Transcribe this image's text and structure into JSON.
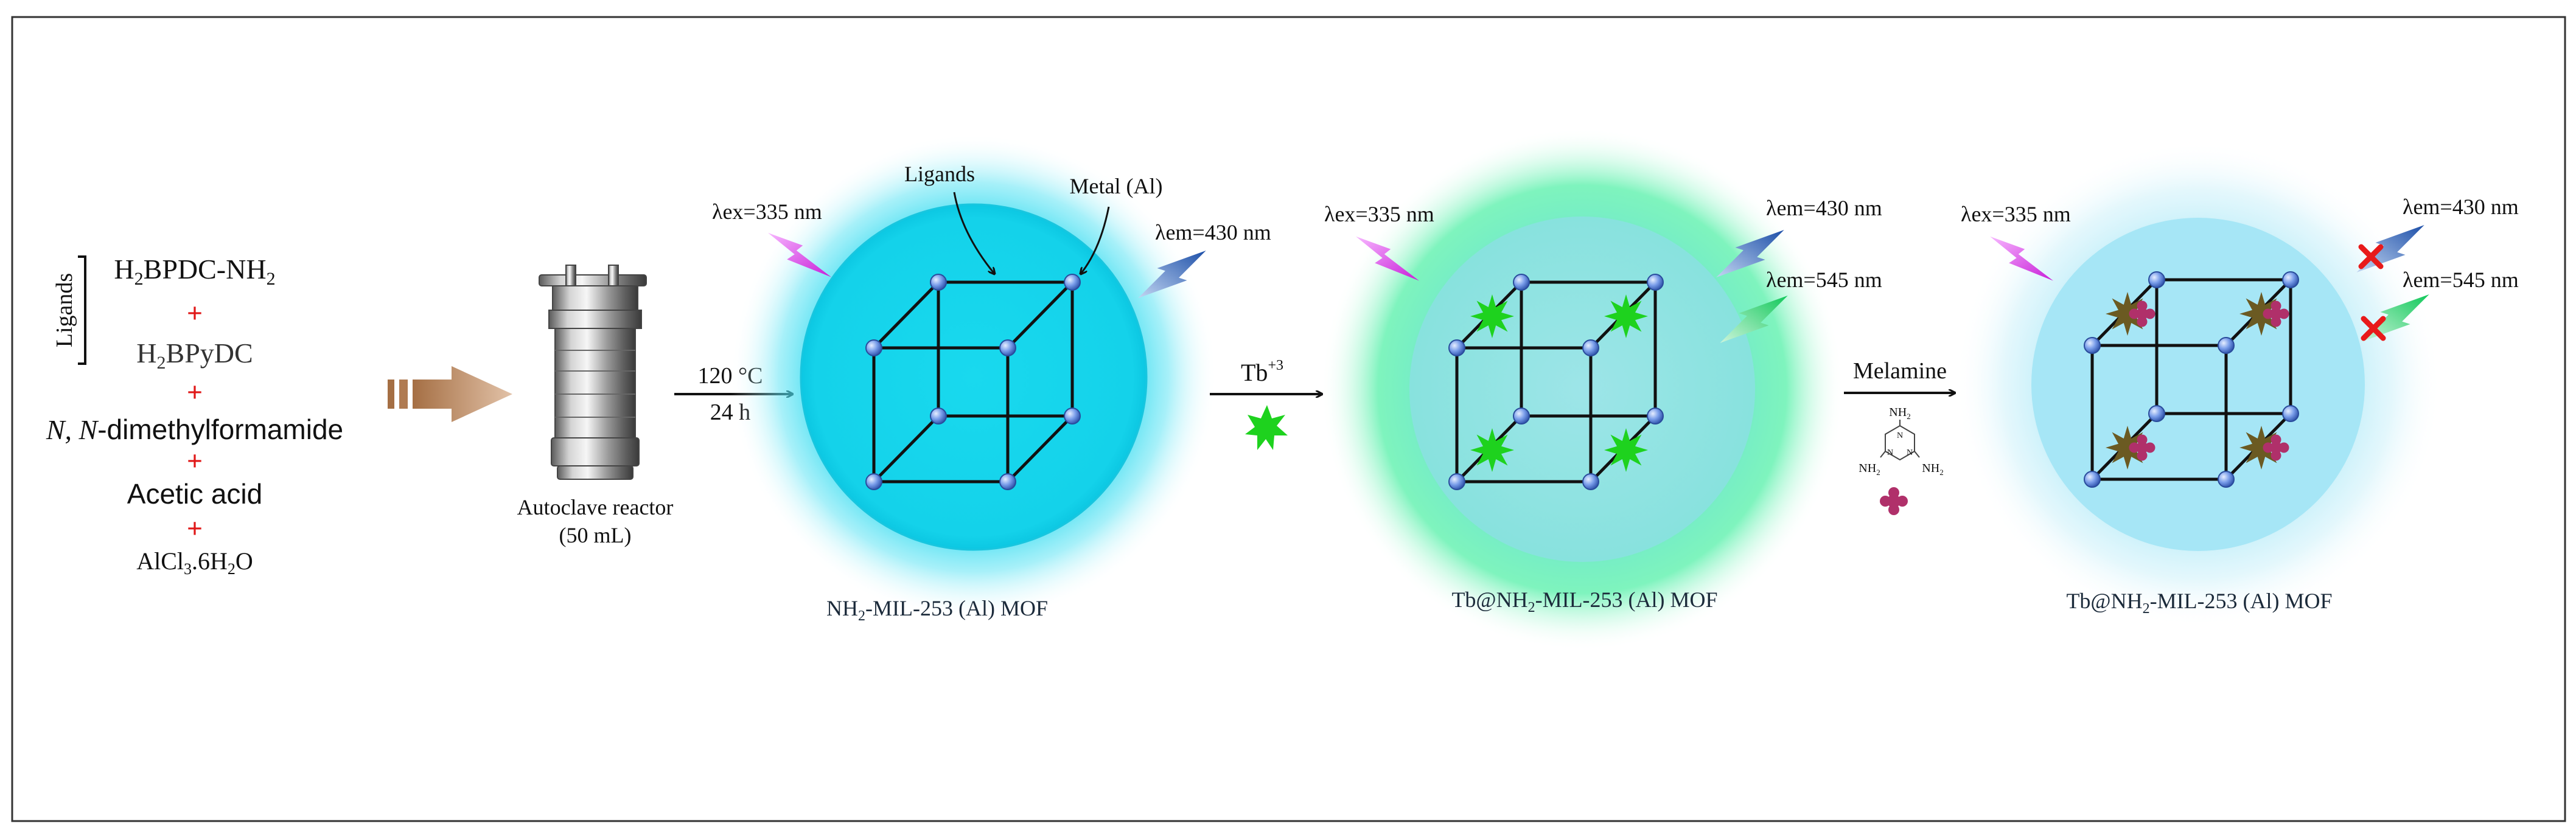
{
  "reactants": {
    "bracket_label": "Ligands",
    "items": [
      {
        "pre": "H",
        "sub": "2",
        "post": "BPDC-NH",
        "sub2": "2"
      },
      {
        "pre": "H",
        "sub": "2",
        "post": "BPyDC",
        "sub2": ""
      },
      {
        "italic": "N, N",
        "post": "-dimethylformamide"
      },
      {
        "pre": "Acetic acid",
        "sub": "",
        "post": "",
        "sub2": ""
      },
      {
        "pre": "AlCl",
        "sub": "3",
        "post": ".6H",
        "sub2": "2",
        "post2": "O"
      }
    ],
    "plus": "+"
  },
  "reactor": {
    "label_line1": "Autoclave reactor",
    "label_line2": "(50 mL)"
  },
  "step1": {
    "line1": "120 °C",
    "line2": "24 h"
  },
  "step2": {
    "base": "Tb",
    "sup": "+3"
  },
  "step3": {
    "label": "Melamine",
    "nh2": "NH",
    "nh2_sub": "2",
    "n": "N"
  },
  "panels": [
    {
      "ex_label": "λex=335 nm",
      "em_labels": [
        "λem=430 nm"
      ],
      "callouts": [
        "Ligands",
        "Metal (Al)"
      ],
      "caption_pre": "NH",
      "caption_sub": "2",
      "caption_post": "-MIL-253 (Al) MOF",
      "glow_color": "#00d4ee"
    },
    {
      "ex_label": "λex=335 nm",
      "em_labels": [
        "λem=430 nm",
        "λem=545 nm"
      ],
      "caption_pre": "Tb@NH",
      "caption_sub": "2",
      "caption_post": "-MIL-253 (Al) MOF",
      "glow_color": "#3fe6b4"
    },
    {
      "ex_label": "λex=335 nm",
      "em_labels": [
        "λem=430 nm",
        "λem=545 nm"
      ],
      "caption_pre": "Tb@NH",
      "caption_sub": "2",
      "caption_post": "-MIL-253 (Al) MOF",
      "glow_color": "#a6e6f6"
    }
  ],
  "colors": {
    "plus": "#e01818",
    "tb_star": "#1ed21e",
    "quench_star": "#6b5a22",
    "melamine_blob": "#b0306a",
    "node": "#5f86e0",
    "cross": "#e81a1a",
    "arrow": "#b88a62"
  }
}
